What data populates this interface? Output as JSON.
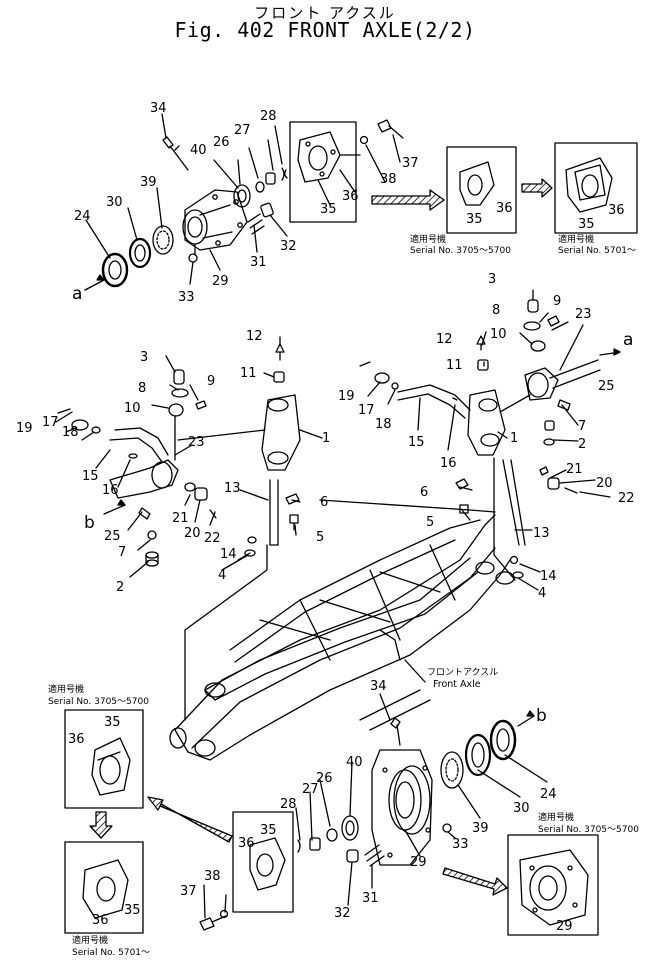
{
  "title": {
    "japanese": "フロント アクスル",
    "english": "Fig. 402 FRONT AXLE(2/2)"
  },
  "label_front_axle": {
    "japanese": "フロントアクスル",
    "english": "Front Axle"
  },
  "serial_notes": [
    {
      "id": "top-mid",
      "japanese": "適用号機",
      "english": "Serial No. 3705～5700"
    },
    {
      "id": "top-right",
      "japanese": "適用号機",
      "english": "Serial No. 5701～"
    },
    {
      "id": "left-top",
      "japanese": "適用号機",
      "english": "Serial No. 3705～5700"
    },
    {
      "id": "left-bottom",
      "japanese": "適用号機",
      "english": "Serial No. 5701～"
    },
    {
      "id": "bottom-right",
      "japanese": "適用号機",
      "english": "Serial No. 3705～5700"
    }
  ],
  "callouts": [
    {
      "id": "34a",
      "text": "34"
    },
    {
      "id": "27a",
      "text": "27"
    },
    {
      "id": "28a",
      "text": "28"
    },
    {
      "id": "40a",
      "text": "40"
    },
    {
      "id": "26a",
      "text": "26"
    },
    {
      "id": "37a",
      "text": "37"
    },
    {
      "id": "38a",
      "text": "38"
    },
    {
      "id": "36a",
      "text": "36"
    },
    {
      "id": "35a",
      "text": "35"
    },
    {
      "id": "39a",
      "text": "39"
    },
    {
      "id": "30a",
      "text": "30"
    },
    {
      "id": "24a",
      "text": "24"
    },
    {
      "id": "32a",
      "text": "32"
    },
    {
      "id": "31a",
      "text": "31"
    },
    {
      "id": "29a",
      "text": "29"
    },
    {
      "id": "33a",
      "text": "33"
    },
    {
      "id": "aL",
      "text": "a"
    },
    {
      "id": "35b",
      "text": "35"
    },
    {
      "id": "36b",
      "text": "36"
    },
    {
      "id": "35c",
      "text": "35"
    },
    {
      "id": "36c",
      "text": "36"
    },
    {
      "id": "3R",
      "text": "3"
    },
    {
      "id": "8R",
      "text": "8"
    },
    {
      "id": "9R",
      "text": "9"
    },
    {
      "id": "23R",
      "text": "23"
    },
    {
      "id": "10R",
      "text": "10"
    },
    {
      "id": "12R",
      "text": "12"
    },
    {
      "id": "11R",
      "text": "11"
    },
    {
      "id": "aR",
      "text": "a"
    },
    {
      "id": "19R",
      "text": "19"
    },
    {
      "id": "17R",
      "text": "17"
    },
    {
      "id": "18R",
      "text": "18"
    },
    {
      "id": "25R",
      "text": "25"
    },
    {
      "id": "7R",
      "text": "7"
    },
    {
      "id": "1R",
      "text": "1"
    },
    {
      "id": "2R",
      "text": "2"
    },
    {
      "id": "15R",
      "text": "15"
    },
    {
      "id": "16R",
      "text": "16"
    },
    {
      "id": "21R",
      "text": "21"
    },
    {
      "id": "20R",
      "text": "20"
    },
    {
      "id": "22R",
      "text": "22"
    },
    {
      "id": "6R",
      "text": "6"
    },
    {
      "id": "5R",
      "text": "5"
    },
    {
      "id": "13R",
      "text": "13"
    },
    {
      "id": "14R",
      "text": "14"
    },
    {
      "id": "4R",
      "text": "4"
    },
    {
      "id": "12L",
      "text": "12"
    },
    {
      "id": "3L",
      "text": "3"
    },
    {
      "id": "11L",
      "text": "11"
    },
    {
      "id": "8L",
      "text": "8"
    },
    {
      "id": "9L",
      "text": "9"
    },
    {
      "id": "10L",
      "text": "10"
    },
    {
      "id": "1L",
      "text": "1"
    },
    {
      "id": "19L",
      "text": "19"
    },
    {
      "id": "17L",
      "text": "17"
    },
    {
      "id": "18L",
      "text": "18"
    },
    {
      "id": "23L",
      "text": "23"
    },
    {
      "id": "15L",
      "text": "15"
    },
    {
      "id": "16L",
      "text": "16"
    },
    {
      "id": "13L",
      "text": "13"
    },
    {
      "id": "6L",
      "text": "6"
    },
    {
      "id": "bL",
      "text": "b"
    },
    {
      "id": "21L",
      "text": "21"
    },
    {
      "id": "20L",
      "text": "20"
    },
    {
      "id": "22L",
      "text": "22"
    },
    {
      "id": "5L",
      "text": "5"
    },
    {
      "id": "25L",
      "text": "25"
    },
    {
      "id": "7L",
      "text": "7"
    },
    {
      "id": "14L",
      "text": "14"
    },
    {
      "id": "2L",
      "text": "2"
    },
    {
      "id": "4L",
      "text": "4"
    },
    {
      "id": "34b",
      "text": "34"
    },
    {
      "id": "bR",
      "text": "b"
    },
    {
      "id": "35d",
      "text": "35"
    },
    {
      "id": "36d",
      "text": "36"
    },
    {
      "id": "40b",
      "text": "40"
    },
    {
      "id": "26b",
      "text": "26"
    },
    {
      "id": "27b",
      "text": "27"
    },
    {
      "id": "24b",
      "text": "24"
    },
    {
      "id": "30b",
      "text": "30"
    },
    {
      "id": "28b",
      "text": "28"
    },
    {
      "id": "39b",
      "text": "39"
    },
    {
      "id": "33b",
      "text": "33"
    },
    {
      "id": "35e",
      "text": "35"
    },
    {
      "id": "36e",
      "text": "36"
    },
    {
      "id": "29b",
      "text": "29"
    },
    {
      "id": "36f",
      "text": "36"
    },
    {
      "id": "35f",
      "text": "35"
    },
    {
      "id": "37b",
      "text": "37"
    },
    {
      "id": "38b",
      "text": "38"
    },
    {
      "id": "32b",
      "text": "32"
    },
    {
      "id": "31b",
      "text": "31"
    },
    {
      "id": "29c",
      "text": "29"
    }
  ]
}
